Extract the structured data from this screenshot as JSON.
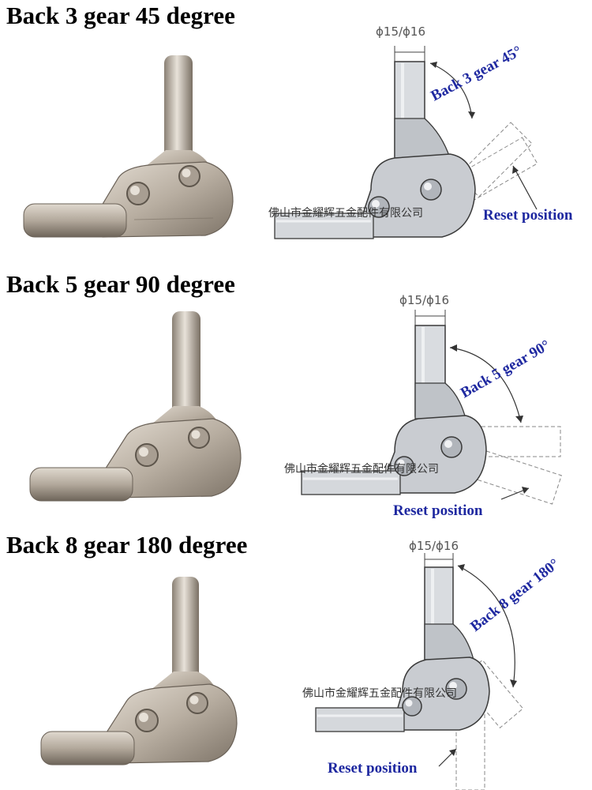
{
  "colors": {
    "label_blue": "#1e28a0",
    "metal_light": "#d9d2c8",
    "metal_dark": "#8c8276",
    "drawing_fill": "#c9ccd1",
    "drawing_line": "#3a3a3a"
  },
  "sections": [
    {
      "title": "Back 3 gear 45 degree",
      "dimension": "ϕ15/ϕ16",
      "angle_label": "Back 3 gear 45°",
      "reset_label": "Reset position",
      "watermark": "佛山市金耀辉五金配件有限公司"
    },
    {
      "title": "Back 5 gear 90 degree",
      "dimension": "ϕ15/ϕ16",
      "angle_label": "Back 5 gear 90°",
      "reset_label": "Reset position",
      "watermark": "佛山市金耀辉五金配件有限公司"
    },
    {
      "title": "Back 8 gear 180 degree",
      "dimension": "ϕ15/ϕ16",
      "angle_label": "Back 8 gear 180°",
      "reset_label": "Reset position",
      "watermark": "佛山市金耀辉五金配件有限公司"
    }
  ]
}
